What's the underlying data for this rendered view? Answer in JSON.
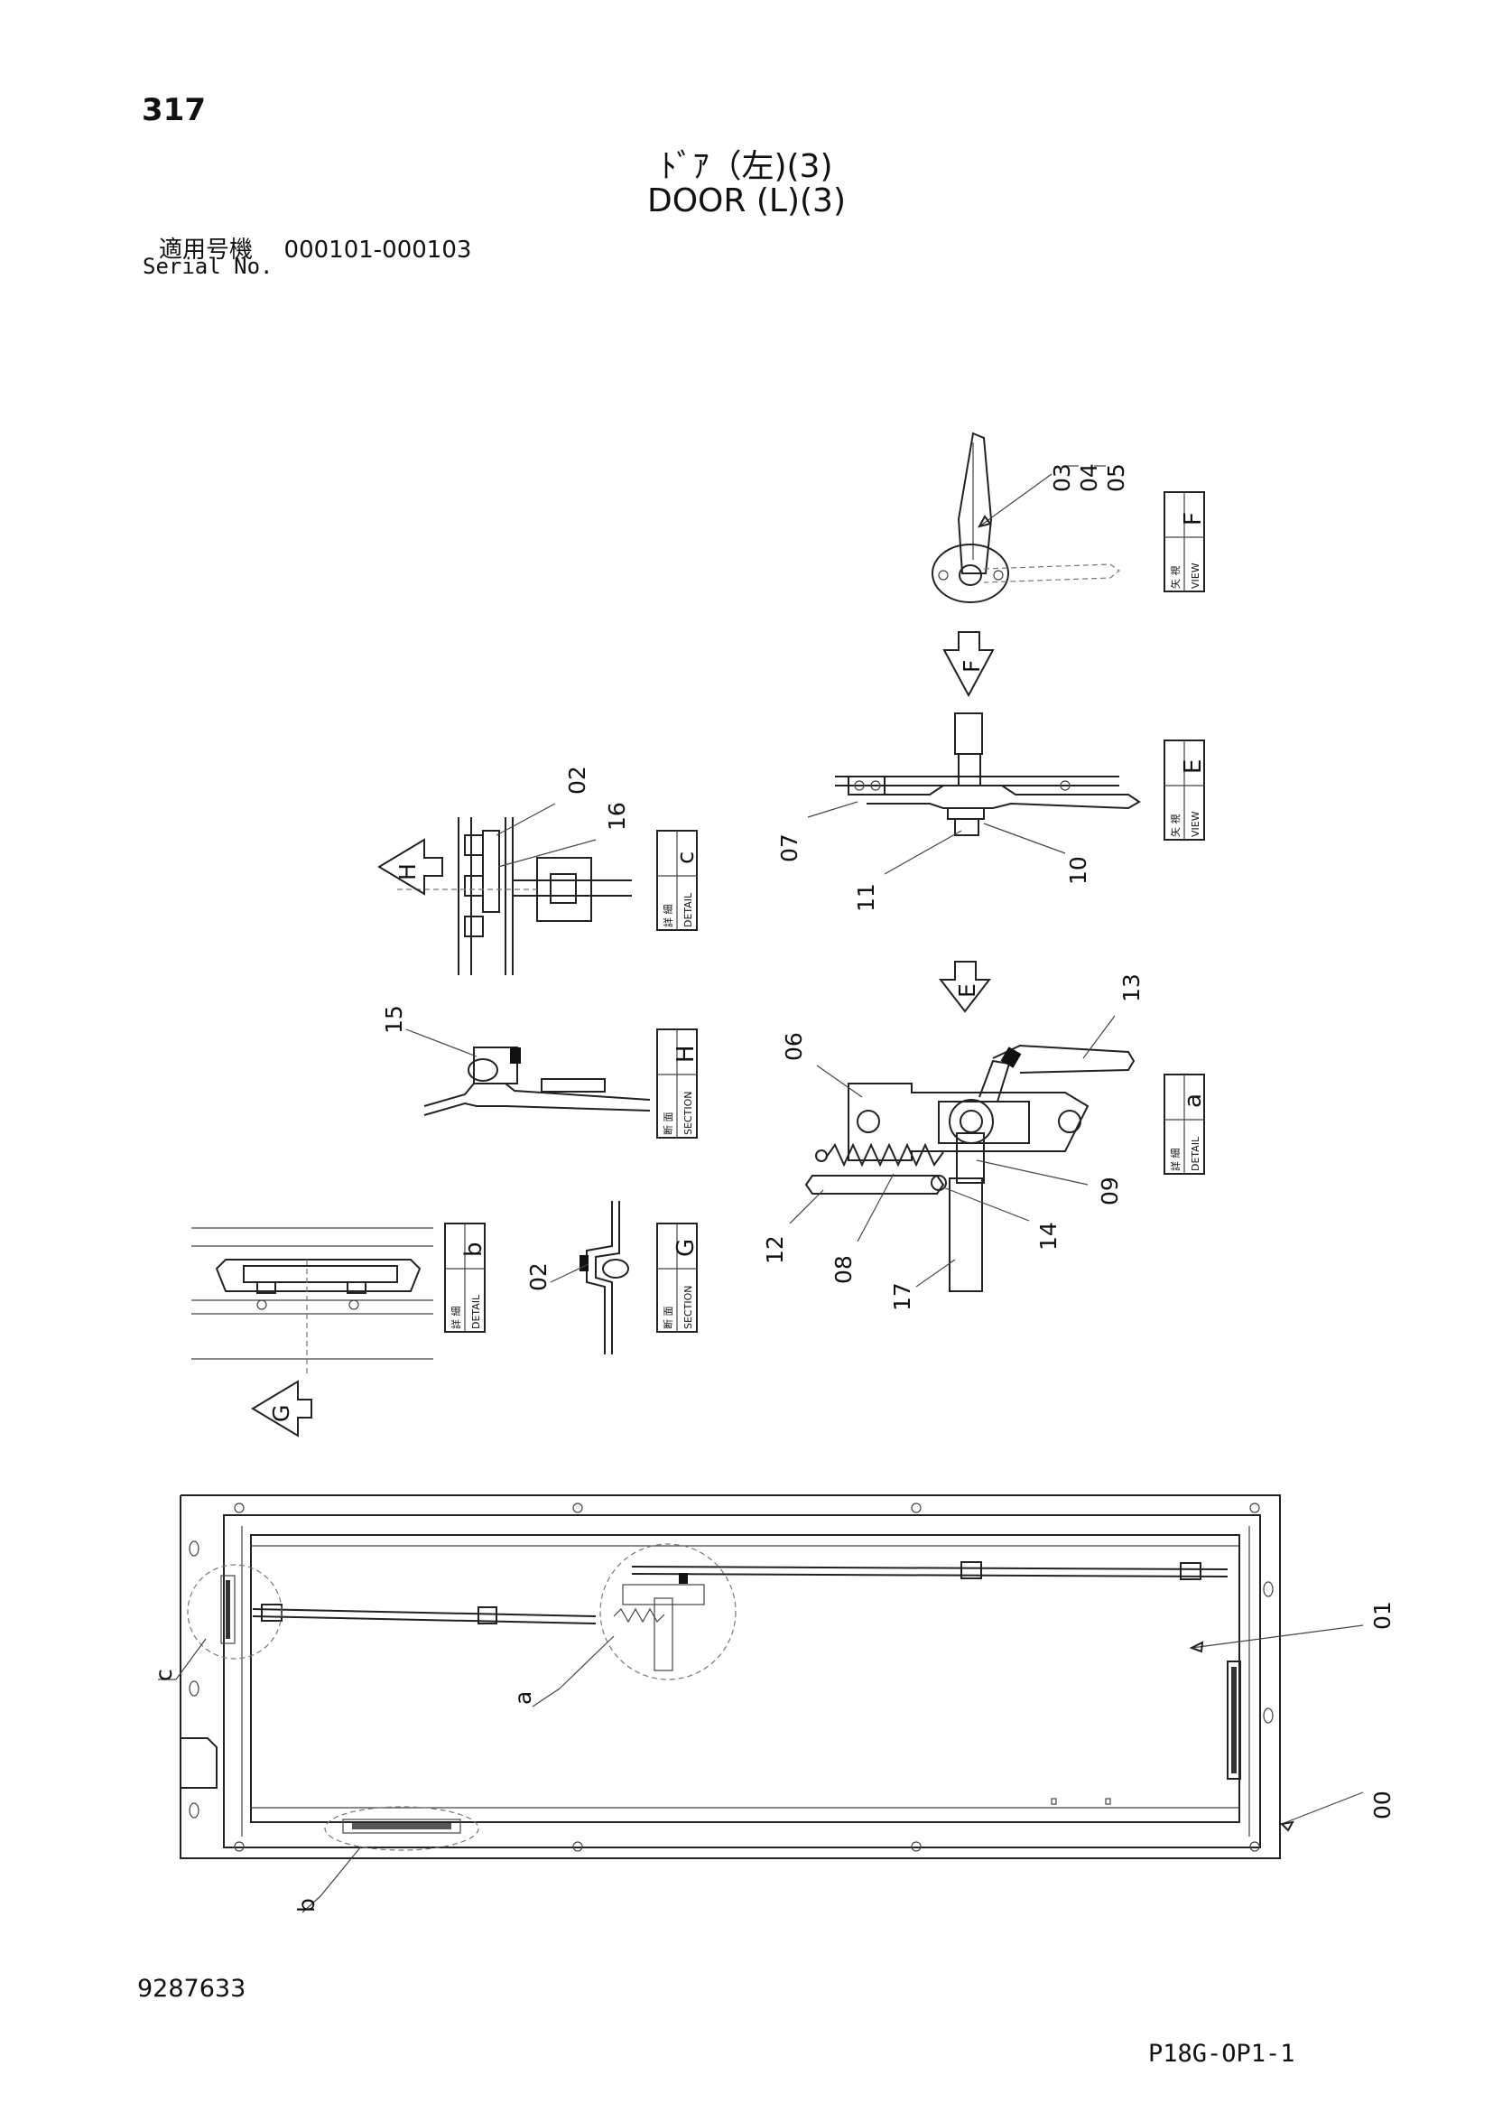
{
  "header": {
    "page_number": "317",
    "title_jp": "ﾄﾞｱ（左)(3)",
    "title_en": "DOOR (L)(3)",
    "serial_label_jp": "適用号機",
    "serial_range": "000101-000103",
    "serial_label_en": "Serial No."
  },
  "footer": {
    "document_number": "9287633",
    "page_code": "P18G-OP1-1"
  },
  "part_labels": {
    "p00": "00",
    "p01": "01",
    "p02a": "02",
    "p02b": "02",
    "p03": "03",
    "p04": "04",
    "p05": "05",
    "p06": "06",
    "p07": "07",
    "p08": "08",
    "p09": "09",
    "p10": "10",
    "p11": "11",
    "p12": "12",
    "p13": "13",
    "p14": "14",
    "p15": "15",
    "p16": "16",
    "p17": "17"
  },
  "detail_markers": {
    "a": "a",
    "b": "b",
    "c": "c"
  },
  "view_arrows": {
    "e": "E",
    "f": "F",
    "g": "G",
    "h": "H"
  },
  "boxes": {
    "view_f": {
      "letter": "F",
      "jp": "矢 視",
      "en": "VIEW"
    },
    "view_e": {
      "letter": "E",
      "jp": "矢 視",
      "en": "VIEW"
    },
    "detail_c": {
      "letter": "c",
      "jp": "詳 細",
      "en": "DETAIL"
    },
    "section_h": {
      "letter": "H",
      "jp": "断 面",
      "en": "SECTION"
    },
    "detail_a": {
      "letter": "a",
      "jp": "詳 細",
      "en": "DETAIL"
    },
    "detail_b": {
      "letter": "b",
      "jp": "詳 細",
      "en": "DETAIL"
    },
    "section_g": {
      "letter": "G",
      "jp": "断 面",
      "en": "SECTION"
    }
  }
}
